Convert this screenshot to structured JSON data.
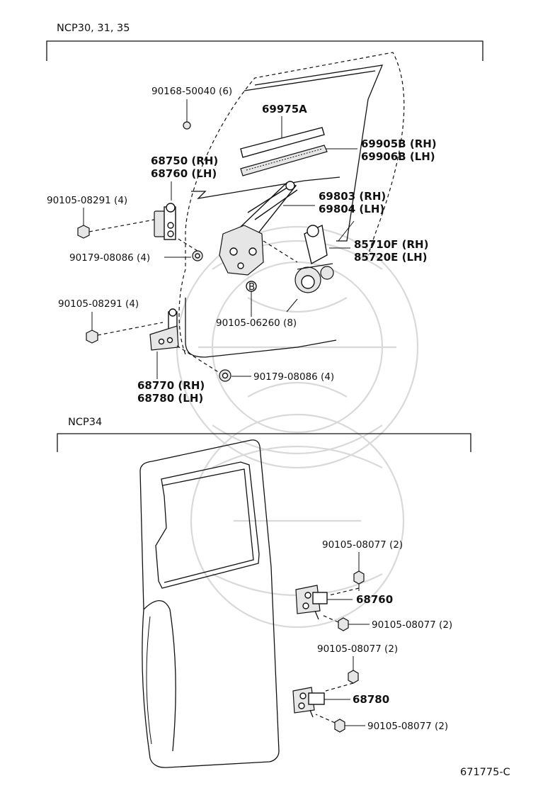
{
  "sections": {
    "top": "NCP30, 31, 35",
    "bottom": "NCP34"
  },
  "labels": {
    "bolt_90168": "90168-50040 (6)",
    "belt_69975A": "69975A",
    "weather_strip_rh": "69905B (RH)",
    "weather_strip_lh": "69906B (LH)",
    "hinge_68750": "68750 (RH)",
    "hinge_68760": "68760 (LH)",
    "bolt_90105_upper": "90105-08291 (4)",
    "regulator_rh": "69803 (RH)",
    "regulator_lh": "69804 (LH)",
    "motor_rh": "85710F (RH)",
    "motor_lh": "85720E (LH)",
    "nut_90179_upper": "90179-08086 (4)",
    "bolt_90105_lower": "90105-08291 (4)",
    "bolt_90105_06260": "90105-06260 (8)",
    "callout_b": "B",
    "nut_90179_lower": "90179-08086 (4)",
    "hinge_68770": "68770 (RH)",
    "hinge_68780": "68780 (LH)",
    "ncp34_bolt_1": "90105-08077 (2)",
    "ncp34_hinge_upper": "68760",
    "ncp34_bolt_2": "90105-08077 (2)",
    "ncp34_bolt_3": "90105-08077 (2)",
    "ncp34_hinge_lower": "68780",
    "ncp34_bolt_4": "90105-08077 (2)"
  },
  "figure_id": "671775-C"
}
